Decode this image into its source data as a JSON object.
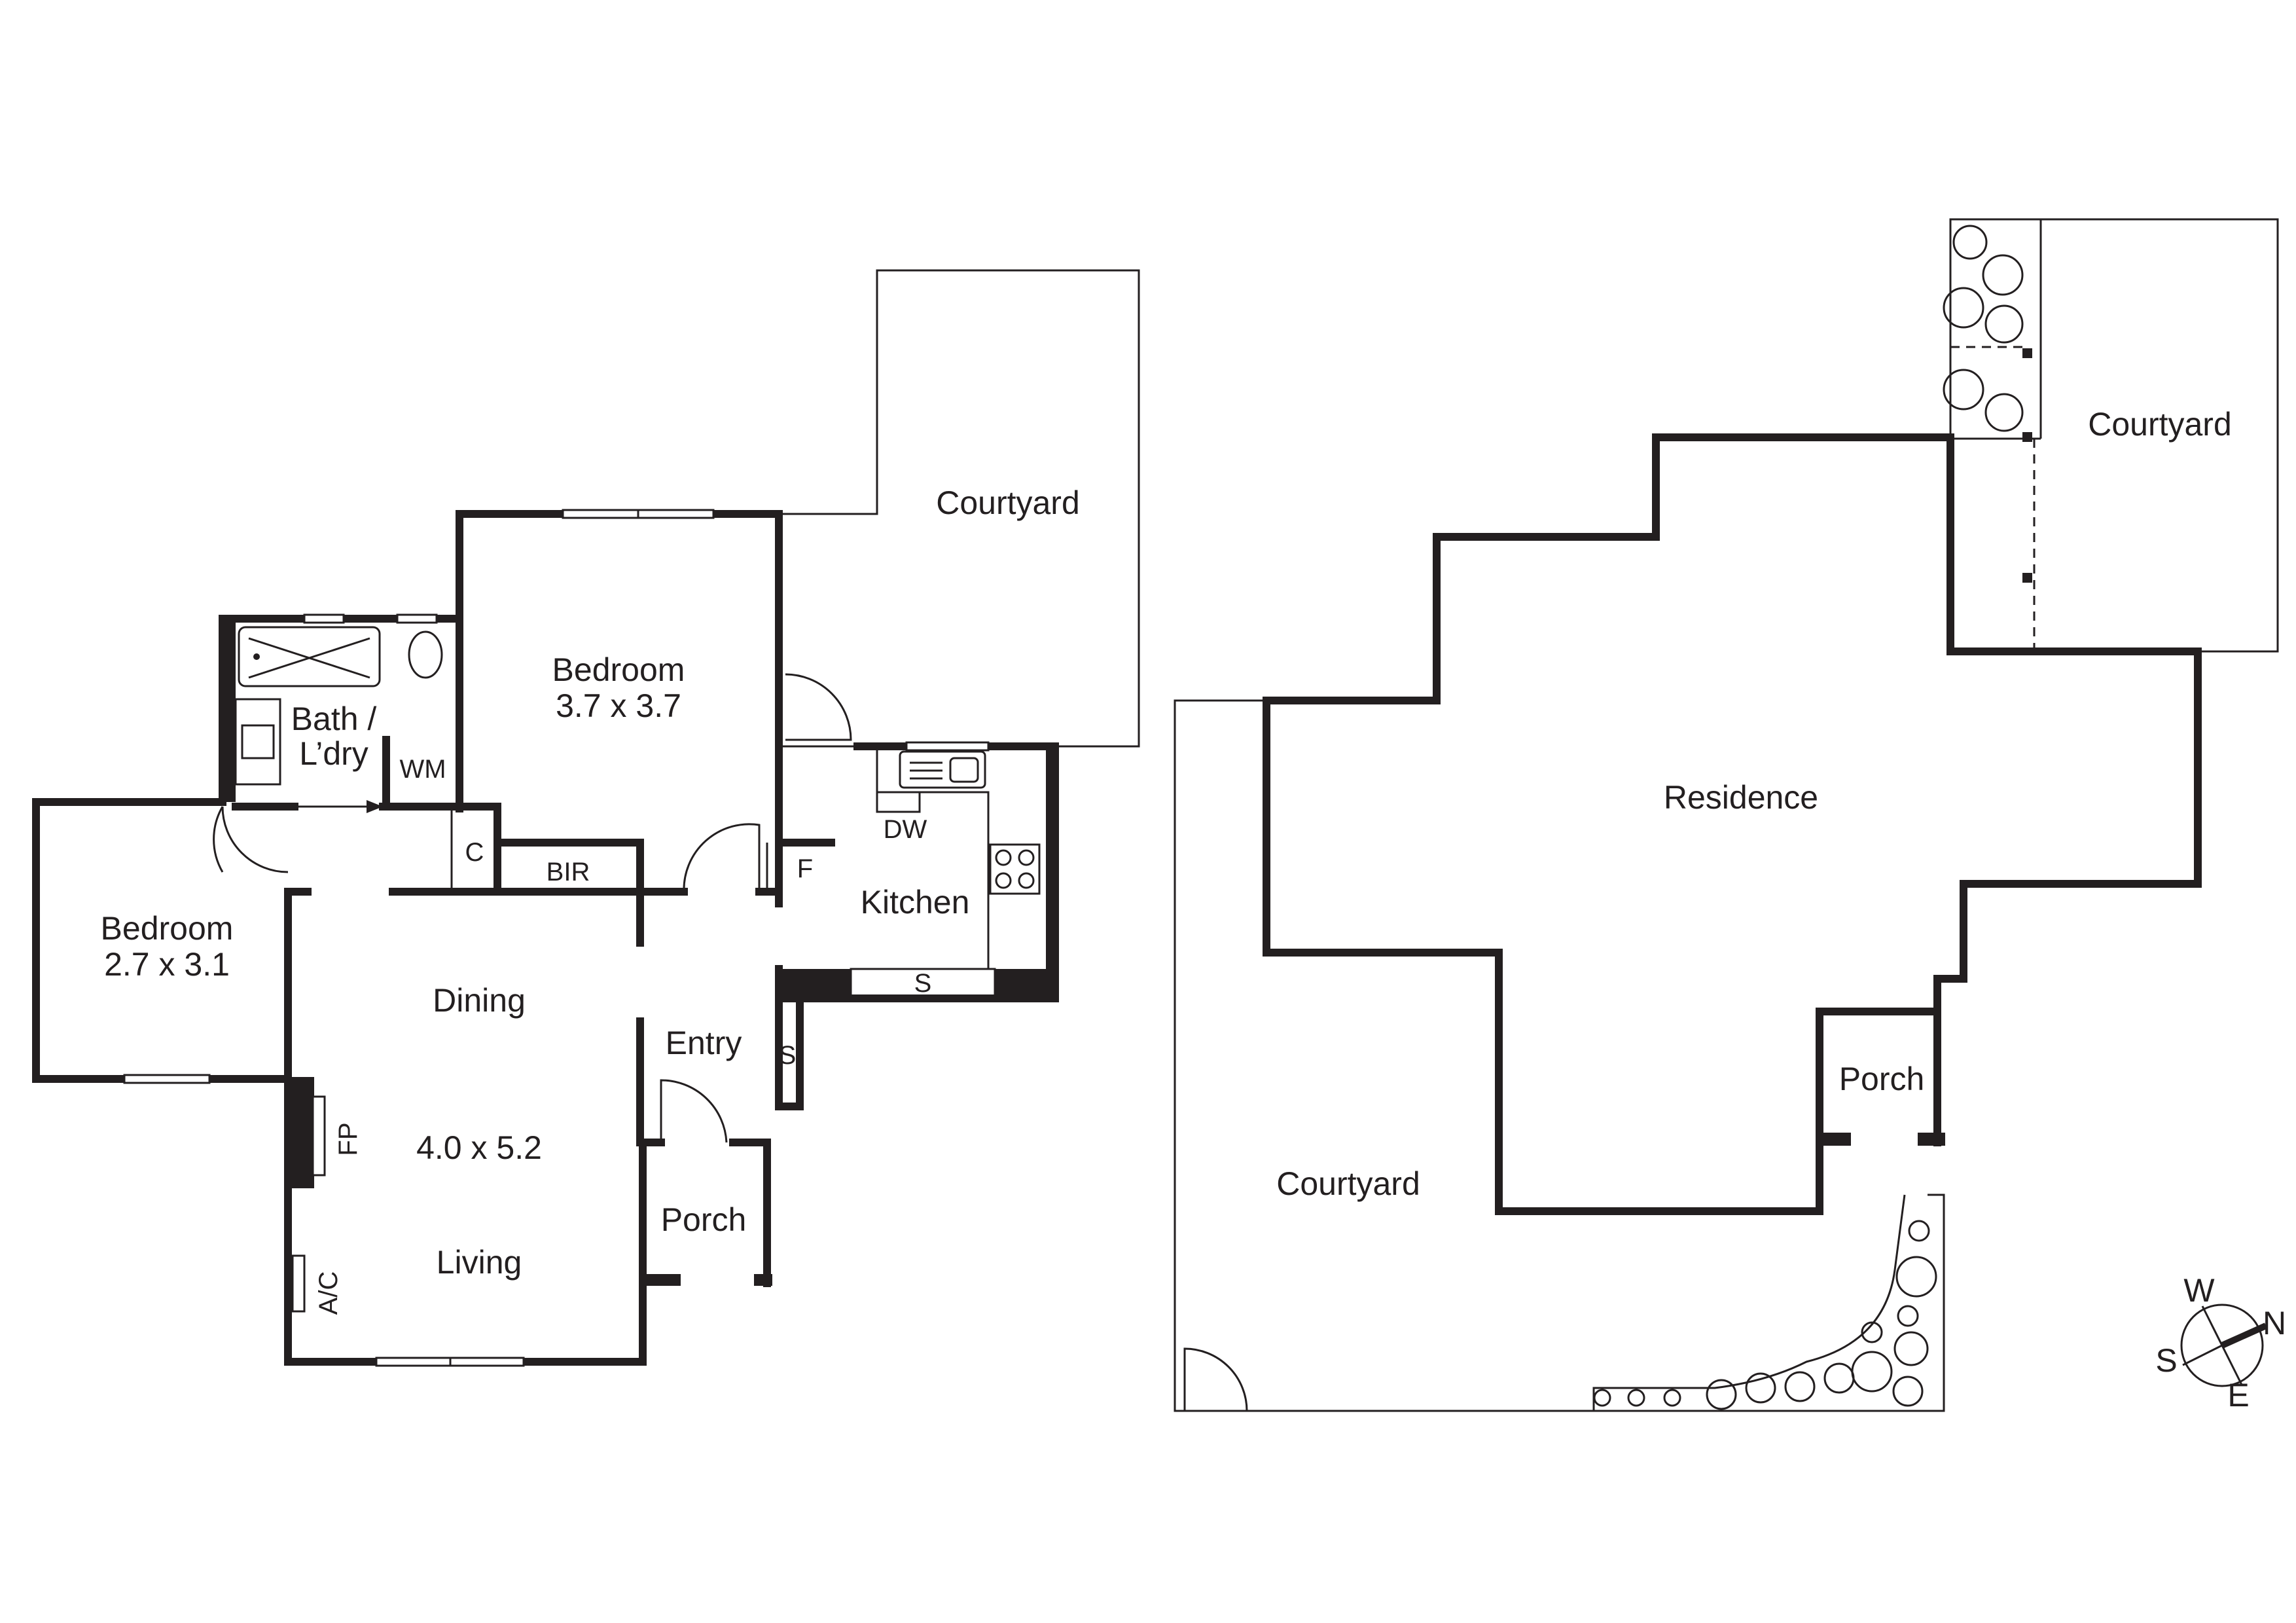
{
  "floor_plan": {
    "rooms": {
      "courtyard_top": "Courtyard",
      "bedroom_main": "Bedroom",
      "bedroom_main_size": "3.7 x 3.7",
      "bath_line1": "Bath /",
      "bath_line2": "L’dry",
      "wm": "WM",
      "bedroom_two": "Bedroom",
      "bedroom_two_size": "2.7 x 3.1",
      "c": "C",
      "bir": "BIR",
      "dw": "DW",
      "f": "F",
      "kitchen": "Kitchen",
      "s_kitchen": "S",
      "dining": "Dining",
      "entry": "Entry",
      "s_entry": "S",
      "fp": "FP",
      "living_size": "4.0 x 5.2",
      "porch": "Porch",
      "ac": "A/C",
      "living": "Living"
    }
  },
  "site_plan": {
    "labels": {
      "courtyard_top": "Courtyard",
      "residence": "Residence",
      "porch": "Porch",
      "courtyard_main": "Courtyard"
    }
  },
  "compass": {
    "w": "W",
    "n": "N",
    "s": "S",
    "e": "E"
  }
}
